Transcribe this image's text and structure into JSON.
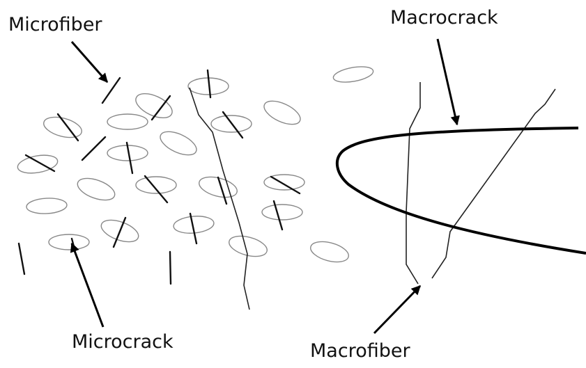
{
  "labels": {
    "microfiber": "Microfiber",
    "macrocrack": "Macrocrack",
    "microcrack": "Microcrack",
    "macrofiber": "Macrofiber"
  },
  "colors": {
    "background": "#ffffff",
    "microcrack_outline": "#888888",
    "fiber": "#111111",
    "macrocrack": "#000000"
  }
}
